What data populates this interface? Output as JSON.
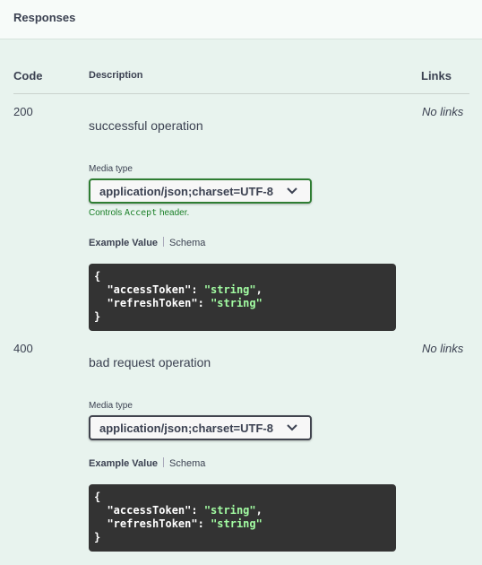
{
  "section": {
    "title": "Responses"
  },
  "columns": {
    "code": "Code",
    "description": "Description",
    "links": "Links"
  },
  "responses": [
    {
      "code": "200",
      "links": "No links",
      "description": "successful operation",
      "media_type_label": "Media type",
      "media_type_value": "application/json;charset=UTF-8",
      "controls_prefix": "Controls",
      "controls_code": "Accept",
      "controls_suffix": "header.",
      "tab_example": "Example Value",
      "tab_schema": "Schema",
      "example": {
        "open": "{",
        "k1": "\"accessToken\"",
        "v1": "\"string\"",
        "k2": "\"refreshToken\"",
        "v2": "\"string\"",
        "close": "}"
      }
    },
    {
      "code": "400",
      "links": "No links",
      "description": "bad request operation",
      "media_type_label": "Media type",
      "media_type_value": "application/json;charset=UTF-8",
      "tab_example": "Example Value",
      "tab_schema": "Schema",
      "example": {
        "open": "{",
        "k1": "\"accessToken\"",
        "v1": "\"string\"",
        "k2": "\"refreshToken\"",
        "v2": "\"string\"",
        "close": "}"
      }
    }
  ],
  "colors": {
    "accent_green": "#2e7d32",
    "code_bg": "#333333",
    "string_green": "#a2fca2",
    "page_bg": "#e8f3ee"
  }
}
